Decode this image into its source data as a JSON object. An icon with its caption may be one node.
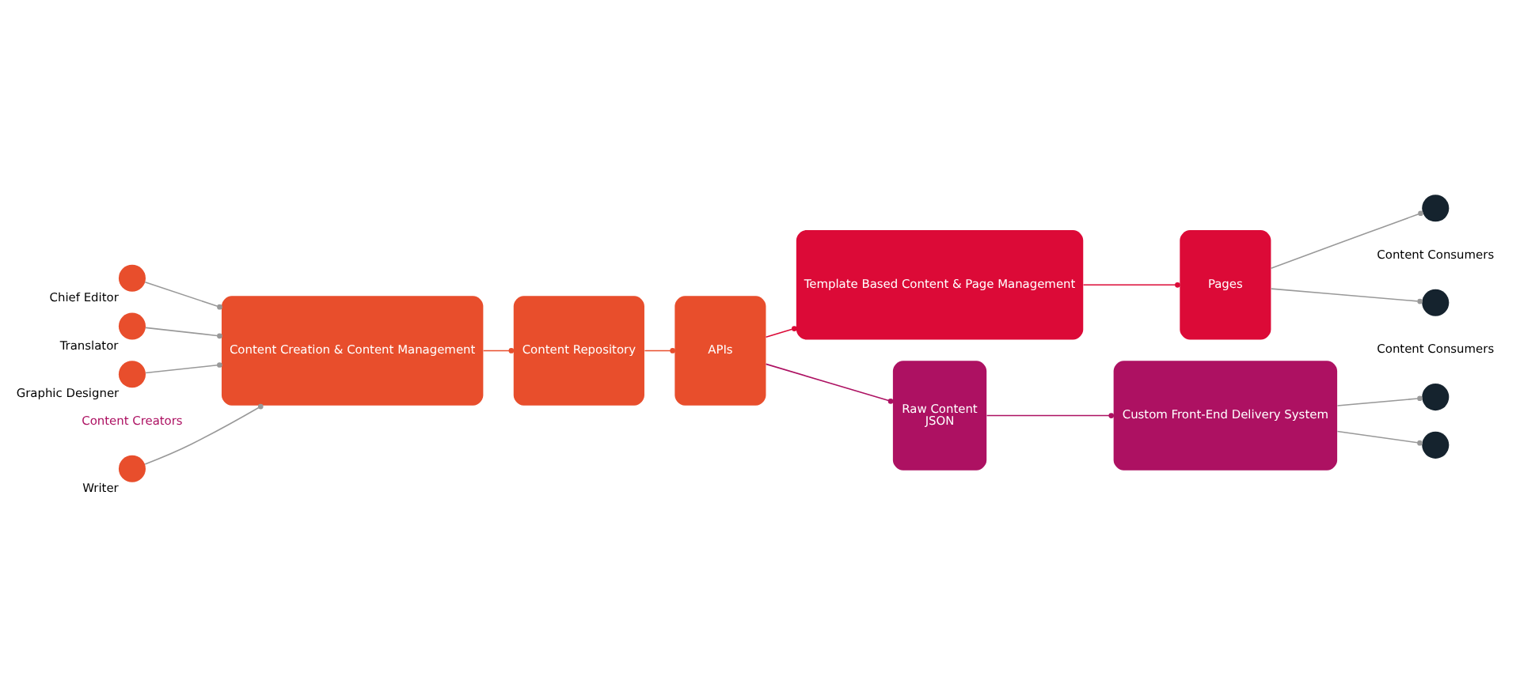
{
  "diagram": {
    "nodes": [
      {
        "text": [],
        "shape": "person",
        "beside": [
          "Writer"
        ]
      },
      {
        "text": [],
        "shape": "person",
        "beside": [
          "Chief Editor"
        ]
      },
      {
        "text": [],
        "shape": "person",
        "beside": [
          "Translator"
        ]
      },
      {
        "text": [],
        "shape": "person",
        "beside": [
          "Graphic Designer"
        ]
      },
      {
        "text": [
          "Content Creation & Content Management"
        ]
      },
      {
        "text": [
          "Content Repository"
        ]
      },
      {
        "text": [
          "APIs"
        ]
      },
      {
        "text": [
          "Template Based Content & Page Management"
        ]
      },
      {
        "text": [
          "Pages"
        ]
      },
      {
        "text": [
          "Raw Content",
          "JSON"
        ]
      },
      {
        "text": [
          "Custom Front-End Delivery System"
        ]
      },
      {
        "text": [],
        "shape": "person"
      },
      {
        "text": [],
        "shape": "person"
      },
      {
        "text": [],
        "shape": "person"
      },
      {
        "text": [],
        "shape": "person"
      }
    ],
    "edges": [
      {
        "from": 0,
        "to": 4,
        "arrow": "other"
      },
      {
        "from": 1,
        "to": 4,
        "arrow": "other"
      },
      {
        "from": 2,
        "to": 4,
        "arrow": "other"
      },
      {
        "from": 3,
        "to": 4,
        "arrow": "other"
      },
      {
        "from": 4,
        "to": 5,
        "arrow": "other",
        "color": "#e84e2c"
      },
      {
        "from": 5,
        "to": 6,
        "arrow": "other",
        "color": "#e84e2c"
      },
      {
        "from": 6,
        "to": 7,
        "arrow": "other",
        "color": "#dc0a37"
      },
      {
        "from": 6,
        "to": 9,
        "arrow": "other",
        "color": "#ad1162"
      },
      {
        "from": 7,
        "to": 8,
        "arrow": "other",
        "color": "#dc0a37"
      },
      {
        "from": 9,
        "to": 10,
        "arrow": "other",
        "color": "#ad1162"
      },
      {
        "from": 8,
        "to": 11,
        "arrow": "other"
      },
      {
        "from": 8,
        "to": 12,
        "arrow": "other"
      },
      {
        "from": 10,
        "to": 13,
        "arrow": "other"
      },
      {
        "from": 10,
        "to": 14,
        "arrow": "other"
      }
    ],
    "labels": [
      "Content Creators",
      "Content Consumers",
      "Content Consumers"
    ]
  }
}
